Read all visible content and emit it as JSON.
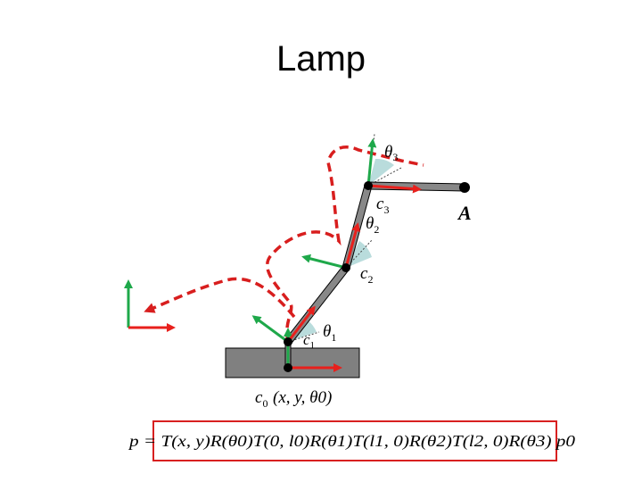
{
  "slide": {
    "title": "Lamp"
  },
  "labels": {
    "point_A": "A",
    "c0_coords": "(x, y, θ0)",
    "formula": "p = T(x, y)R(θ0)T(0, l0)R(θ1)T(l1, 0)R(θ2)T(l2, 0)R(θ3) p0"
  },
  "colors": {
    "link": "#777777",
    "base": "#808080",
    "x_axis": "#e8201c",
    "y_axis": "#1ea84a",
    "path": "#d81e1e",
    "angle_fill": "#b9dcdc",
    "box": "#d82020"
  }
}
